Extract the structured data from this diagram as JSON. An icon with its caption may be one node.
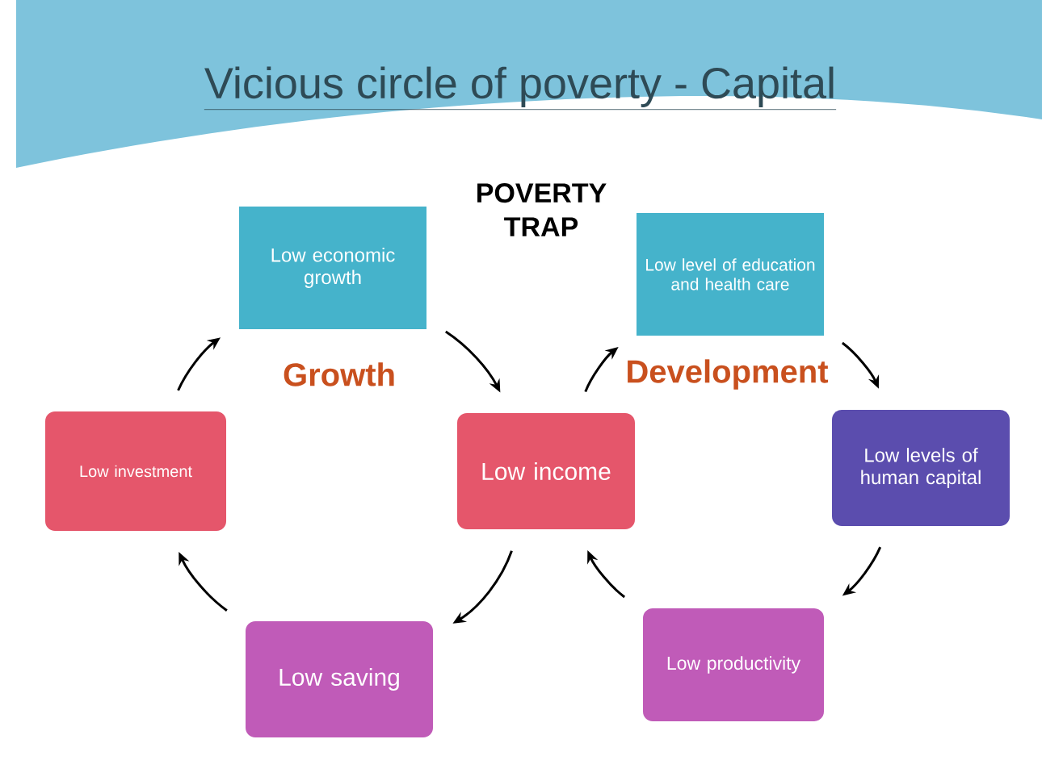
{
  "diagram": {
    "title": "Vicious circle of poverty - Capital",
    "nodes": [
      {
        "text": [
          "Low economic growth"
        ]
      },
      {
        "text": [
          "Low level of education and health care"
        ]
      },
      {
        "text": [
          "Low investment"
        ]
      },
      {
        "text": [
          "Low income"
        ]
      },
      {
        "text": [
          "Low levels of human capital"
        ]
      },
      {
        "text": [
          "Low saving"
        ]
      },
      {
        "text": [
          "Low productivity"
        ]
      }
    ],
    "edges": [
      {
        "from": 3,
        "to": 5,
        "arrow": "to"
      },
      {
        "from": 5,
        "to": 2,
        "arrow": "to"
      },
      {
        "from": 2,
        "to": 0,
        "arrow": "to"
      },
      {
        "from": 0,
        "to": 3,
        "arrow": "to"
      },
      {
        "from": 3,
        "to": 1,
        "arrow": "to"
      },
      {
        "from": 1,
        "to": 4,
        "arrow": "to"
      },
      {
        "from": 4,
        "to": 6,
        "arrow": "to"
      },
      {
        "from": 6,
        "to": 3,
        "arrow": "to"
      }
    ],
    "labels": [
      "POVERTY TRAP",
      "Growth",
      "Development"
    ]
  }
}
